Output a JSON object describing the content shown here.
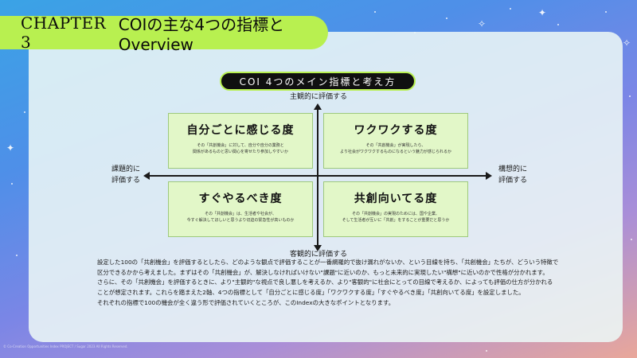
{
  "header": {
    "chapter": "CHAPTER 3",
    "title": "COIの主な4つの指標とOverview"
  },
  "diagram": {
    "heading": "COI 4つのメイン指標と考え方",
    "axis_top": "主観的に評価する",
    "axis_bottom": "客観的に評価する",
    "axis_left": [
      "課題的に",
      "評価する"
    ],
    "axis_right": [
      "構想的に",
      "評価する"
    ],
    "quadrants": [
      {
        "title": "自分ごとに感じる度",
        "desc": [
          "その「共創機会」に対して、自分や自分の業務と",
          "関係があるものと思い関心を寄せたり参加しやすいか"
        ]
      },
      {
        "title": "ワクワクする度",
        "desc": [
          "その「共創機会」が実現したら、",
          "より社会がワクワクするものになるという魅力が感じられるか"
        ]
      },
      {
        "title": "すぐやるべき度",
        "desc": [
          "その「共創機会」は、生活者や社会が、",
          "今すぐ解決してほしいと思うより切迫の緊急性が高いものか"
        ]
      },
      {
        "title": "共創向いてる度",
        "desc": [
          "その「共創機会」の実現のためには、国や企業、",
          "そして生活者が互いに「共創」をすることが重要だと思うか"
        ]
      }
    ]
  },
  "body": {
    "lines": [
      "設定した100の「共創機会」を評価するとしたら、どのような観点で評価することが一番網羅的で抜け漏れがないか、という目線を持ち、「共創機会」たちが、どういう特徴で",
      "区分できるかから考えました。まずはその「共創機会」が、解決しなければいけない\"課題\"に近いのか、もっと未来的に実現したい\"構想\"に近いのかで性格が分かれます。",
      "さらに、その「共創機会」を評価するときに、より\"主観的\"な視点で良し悪しを考えるか、より\"客観的\"に社会にとっての目線で考えるか、によっても評価の仕方が分かれる",
      "ことが想定されます。これらを踏まえた2軸、4つの指標として「自分ごとに感じる度」「ワクワクする度」「すぐやるべき度」「共創向いてる度」を設定しました。",
      "それぞれの指標で100の機会が全く違う形で評価されていくところが、このIndexの大きなポイントとなります。"
    ]
  },
  "footer": {
    "copyright": "© Co-Creation Opportunities Index PROJECT / Sugar 2023 All Rights Reserved."
  },
  "colors": {
    "accent": "#b8f050",
    "quad_fill": "#e2f7c8",
    "panel": "#ecf7f6"
  }
}
